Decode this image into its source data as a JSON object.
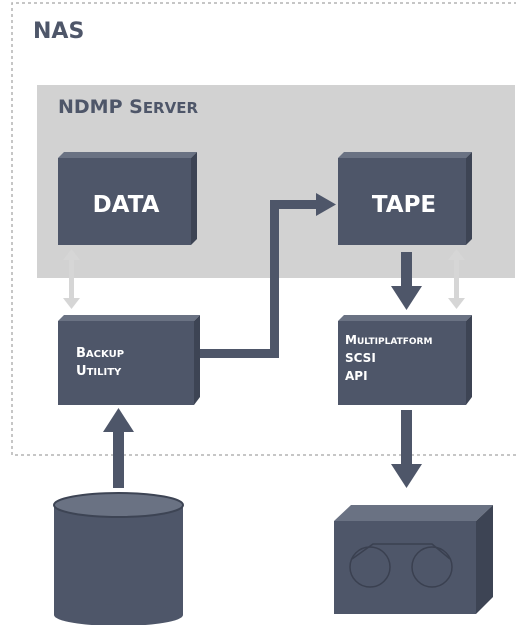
{
  "diagram": {
    "nas_label": "NAS",
    "server_label_big": "NDMP S",
    "server_label_small": "ERVER",
    "data_block": "DATA",
    "tape_block": "TAPE",
    "backup": {
      "line1_big": "B",
      "line1_small": "ACKUP",
      "line2_big": "U",
      "line2_small": "TILITY"
    },
    "multiplatform": {
      "line1_big": "M",
      "line1_small": "ULTIPLATFORM",
      "line2": "SCSI",
      "line3": "API"
    }
  },
  "colors": {
    "block": "#4e5669",
    "block_top": "#6a7283",
    "block_side": "#3d4454",
    "server_bg": "#d2d2d2",
    "nas_border": "#b4b4b4",
    "arrow_dark": "#4e5669",
    "arrow_light": "#d6d6d6"
  }
}
